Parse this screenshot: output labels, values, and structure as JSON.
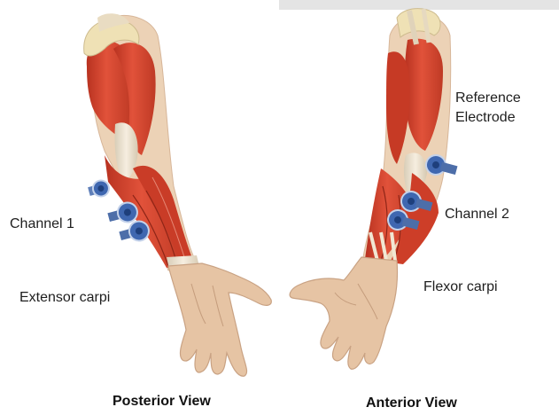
{
  "colors": {
    "muscle": "#d9452e",
    "muscle_dark": "#b2321f",
    "tendon": "#f1e7d3",
    "skin": "#e8c6a6",
    "skin_line": "#caa385",
    "electrode": "#3f67b0",
    "electrode_rim": "#b5c7e3",
    "bone": "#efe1b5"
  },
  "labels": {
    "channel1": "Channel 1",
    "extensor": "Extensor carpi",
    "reference_line1": "Reference",
    "reference_line2": "Electrode",
    "channel2": "Channel 2",
    "flexor": "Flexor carpi"
  },
  "captions": {
    "posterior": "Posterior View",
    "anterior": "Anterior View"
  },
  "icons": {
    "electrode": "emg-electrode-icon"
  }
}
